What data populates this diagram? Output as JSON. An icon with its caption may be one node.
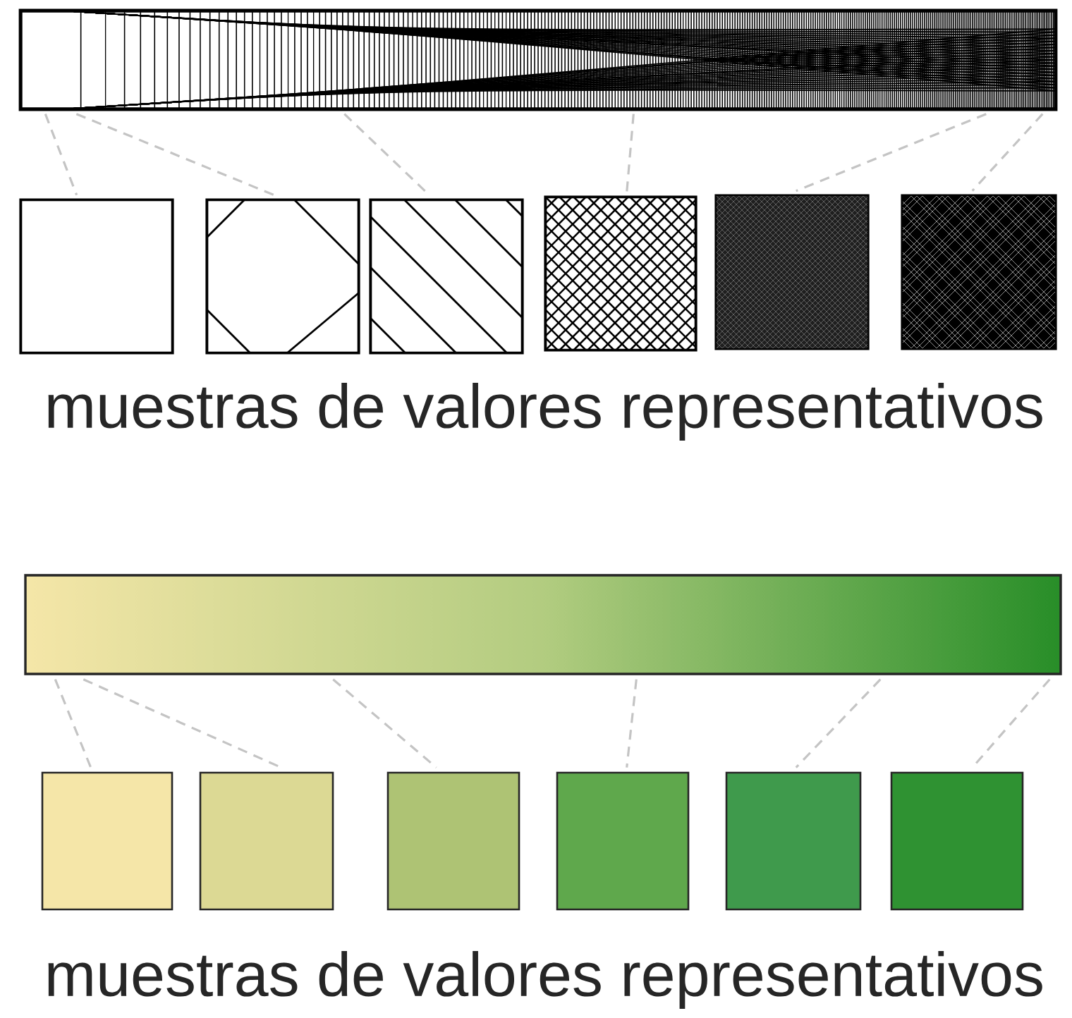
{
  "diagram": {
    "nodes": [
      {
        "text": [],
        "shape": "bar"
      },
      {
        "text": [],
        "shape": "box"
      },
      {
        "text": [],
        "shape": "box"
      },
      {
        "text": [],
        "shape": "box"
      },
      {
        "text": [],
        "shape": "box"
      },
      {
        "text": [],
        "shape": "box"
      },
      {
        "text": [],
        "shape": "box"
      },
      {
        "text": [],
        "shape": "bar"
      },
      {
        "text": [],
        "shape": "box"
      },
      {
        "text": [],
        "shape": "box"
      },
      {
        "text": [],
        "shape": "box"
      },
      {
        "text": [],
        "shape": "box"
      },
      {
        "text": [],
        "shape": "box"
      },
      {
        "text": [],
        "shape": "box"
      }
    ],
    "edges": [
      {
        "from": 0,
        "to": 1,
        "arrow": "none",
        "style": "dashed"
      },
      {
        "from": 0,
        "to": 2,
        "arrow": "none",
        "style": "dashed"
      },
      {
        "from": 0,
        "to": 3,
        "arrow": "none",
        "style": "dashed"
      },
      {
        "from": 0,
        "to": 4,
        "arrow": "none",
        "style": "dashed"
      },
      {
        "from": 0,
        "to": 5,
        "arrow": "none",
        "style": "dashed"
      },
      {
        "from": 0,
        "to": 6,
        "arrow": "none",
        "style": "dashed"
      },
      {
        "from": 7,
        "to": 8,
        "arrow": "none",
        "style": "dashed"
      },
      {
        "from": 7,
        "to": 9,
        "arrow": "none",
        "style": "dashed"
      },
      {
        "from": 7,
        "to": 10,
        "arrow": "none",
        "style": "dashed"
      },
      {
        "from": 7,
        "to": 11,
        "arrow": "none",
        "style": "dashed"
      },
      {
        "from": 7,
        "to": 12,
        "arrow": "none",
        "style": "dashed"
      },
      {
        "from": 7,
        "to": 13,
        "arrow": "none",
        "style": "dashed"
      }
    ],
    "labels": [
      "muestras de valores representativos",
      "muestras de valores representativos"
    ]
  }
}
